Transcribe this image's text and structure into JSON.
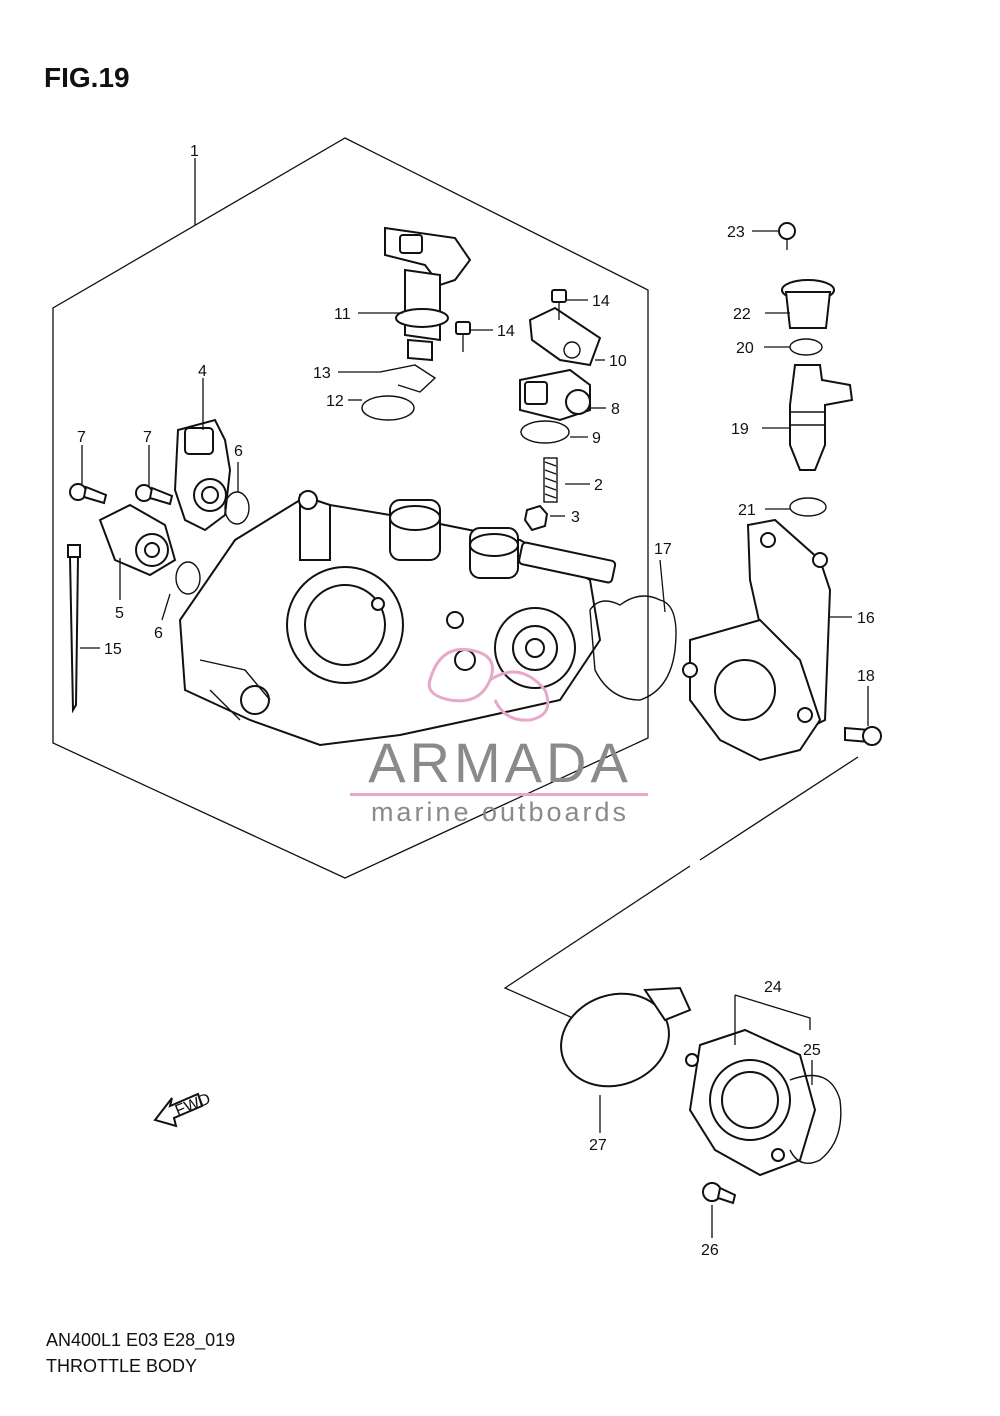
{
  "figure": {
    "title": "FIG.19",
    "code": "AN400L1 E03 E28_019",
    "name": "THROTTLE BODY"
  },
  "watermark": {
    "brand": "ARMADA",
    "tagline": "marine outboards",
    "accent_color": "#e7a8c9",
    "text_color": "#8a8a8a"
  },
  "fwd_arrow": {
    "label": "FWD"
  },
  "callouts": [
    {
      "id": "c1",
      "number": "1"
    },
    {
      "id": "c2",
      "number": "2"
    },
    {
      "id": "c3",
      "number": "3"
    },
    {
      "id": "c4",
      "number": "4"
    },
    {
      "id": "c5",
      "number": "5"
    },
    {
      "id": "c6a",
      "number": "6"
    },
    {
      "id": "c6b",
      "number": "6"
    },
    {
      "id": "c7a",
      "number": "7"
    },
    {
      "id": "c7b",
      "number": "7"
    },
    {
      "id": "c8",
      "number": "8"
    },
    {
      "id": "c9",
      "number": "9"
    },
    {
      "id": "c10",
      "number": "10"
    },
    {
      "id": "c11",
      "number": "11"
    },
    {
      "id": "c12",
      "number": "12"
    },
    {
      "id": "c13",
      "number": "13"
    },
    {
      "id": "c14a",
      "number": "14"
    },
    {
      "id": "c14b",
      "number": "14"
    },
    {
      "id": "c15",
      "number": "15"
    },
    {
      "id": "c16",
      "number": "16"
    },
    {
      "id": "c17",
      "number": "17"
    },
    {
      "id": "c18",
      "number": "18"
    },
    {
      "id": "c19",
      "number": "19"
    },
    {
      "id": "c20",
      "number": "20"
    },
    {
      "id": "c21",
      "number": "21"
    },
    {
      "id": "c22",
      "number": "22"
    },
    {
      "id": "c23",
      "number": "23"
    },
    {
      "id": "c24",
      "number": "24"
    },
    {
      "id": "c25",
      "number": "25"
    },
    {
      "id": "c26",
      "number": "26"
    },
    {
      "id": "c27",
      "number": "27"
    }
  ]
}
